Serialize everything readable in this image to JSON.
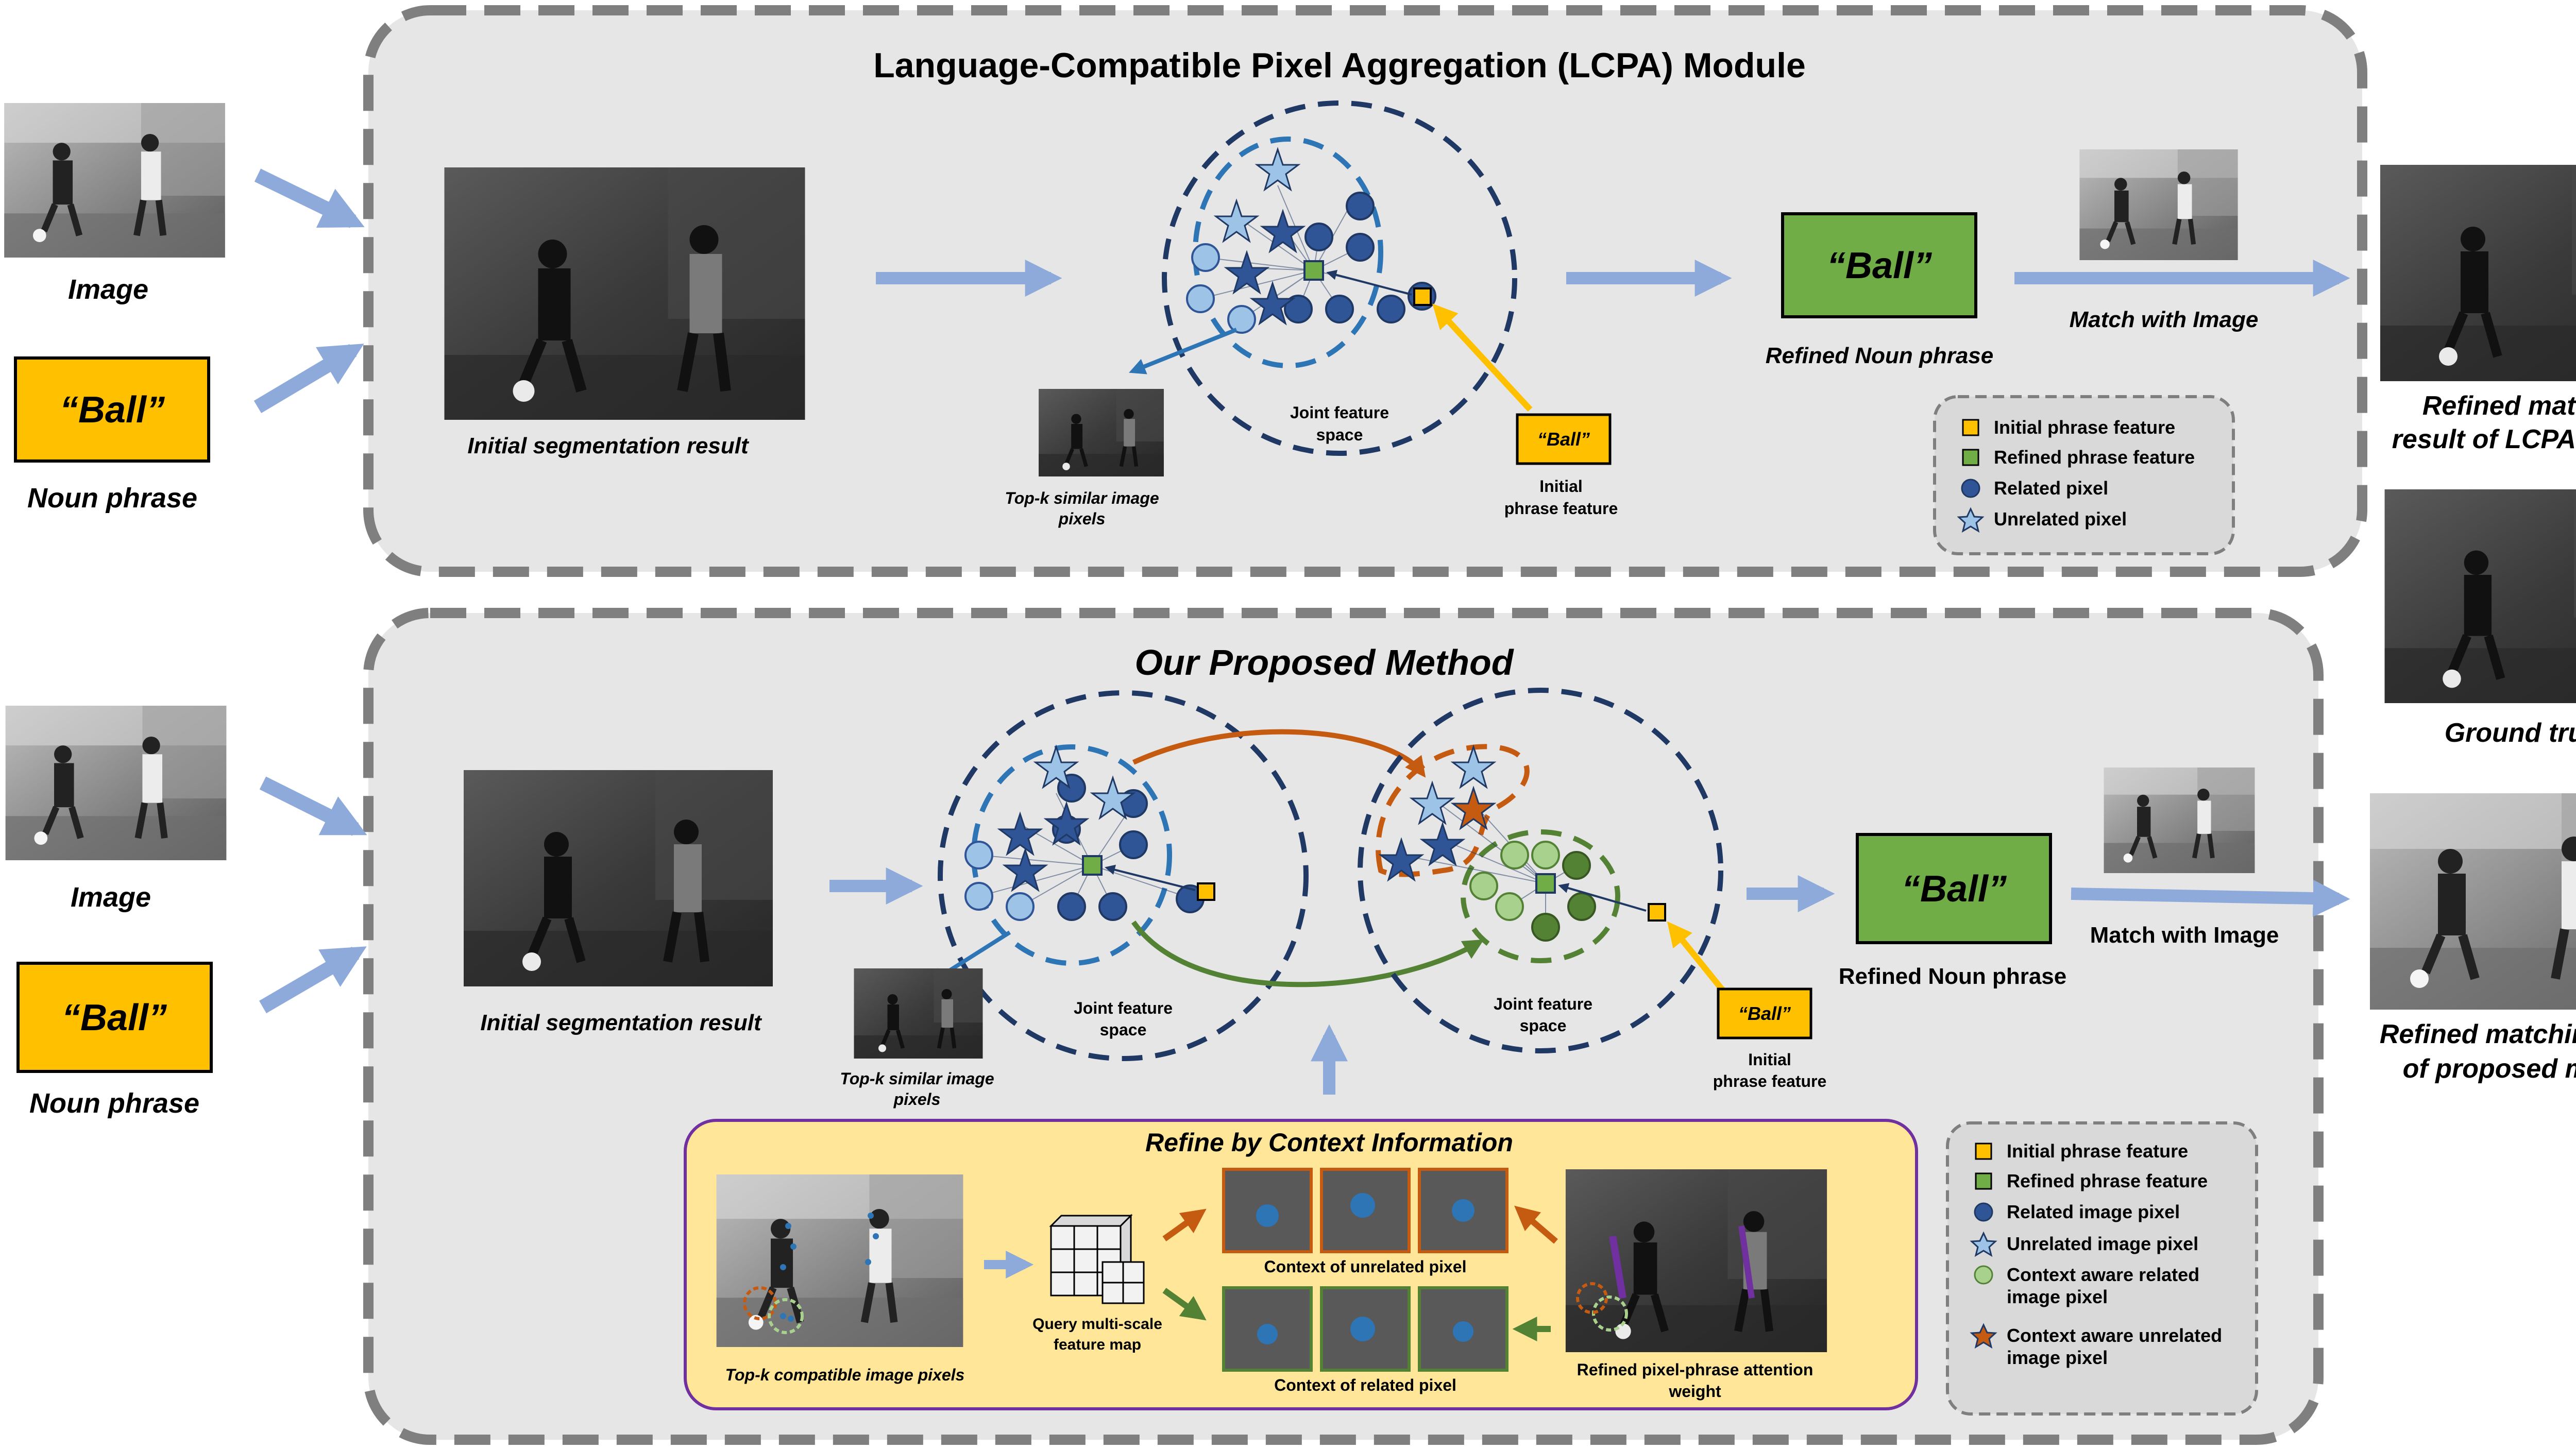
{
  "top_panel": {
    "title": "Language-Compatible Pixel Aggregation (LCPA) Module",
    "input_image_label": "Image",
    "noun_phrase_text": "“Ball”",
    "noun_phrase_label": "Noun phrase",
    "initial_seg_label": "Initial segmentation result",
    "topk_label_line1": "Top-k similar image",
    "topk_label_line2": "pixels",
    "joint_space_line1": "Joint feature",
    "joint_space_line2": "space",
    "phrase_small_text": "“Ball”",
    "initial_phrase_line1": "Initial",
    "initial_phrase_line2": "phrase feature",
    "refined_phrase_text": "“Ball”",
    "refined_phrase_label": "Refined Noun phrase",
    "match_label": "Match with Image",
    "legend": [
      "Initial phrase feature",
      "Refined phrase feature",
      "Related pixel",
      "Unrelated pixel"
    ]
  },
  "right_column": {
    "lcpa_result_line1": "Refined matching",
    "lcpa_result_line2": "result of LCPA module",
    "ground_truth_label": "Ground truth",
    "proposed_result_line1": "Refined matching result",
    "proposed_result_line2": "of proposed method"
  },
  "bottom_panel": {
    "title": "Our Proposed Method",
    "input_image_label": "Image",
    "noun_phrase_text": "“Ball”",
    "noun_phrase_label": "Noun phrase",
    "initial_seg_label": "Initial segmentation result",
    "topk_label_line1": "Top-k similar image",
    "topk_label_line2": "pixels",
    "joint_space1_line1": "Joint feature",
    "joint_space1_line2": "space",
    "joint_space2_line1": "Joint feature",
    "joint_space2_line2": "space",
    "phrase_small_text": "“Ball”",
    "initial_phrase_line1": "Initial",
    "initial_phrase_line2": "phrase feature",
    "refined_phrase_text": "“Ball”",
    "refined_phrase_label": "Refined Noun phrase",
    "match_label": "Match with Image",
    "legend": [
      "Initial phrase feature",
      "Refined phrase feature",
      "Related image pixel",
      "Unrelated image pixel",
      "Context aware related",
      "image pixel",
      "Context aware unrelated",
      "image pixel"
    ]
  },
  "context_box": {
    "title": "Refine by Context Information",
    "topk_compatible_label": "Top-k compatible image pixels",
    "query_line1": "Query multi-scale",
    "query_line2": "feature map",
    "unrelated_context_label": "Context of unrelated pixel",
    "related_context_label": "Context of related pixel",
    "attention_line1": "Refined pixel-phrase attention",
    "attention_line2": "weight"
  },
  "colors": {
    "panel_fill": "#e6e6e6",
    "panel_border": "#7f7f7f",
    "arrow_blue": "#8eaadb",
    "phrase_yellow": "#ffc000",
    "refined_green": "#70ad47",
    "dark_navy": "#1f3864",
    "pixel_dark": "#2f5597",
    "pixel_light": "#9dc3e6",
    "context_fill": "#ffe699",
    "context_border": "#7030a0",
    "orange_arrow": "#c55a11",
    "green_arrow": "#548235"
  }
}
